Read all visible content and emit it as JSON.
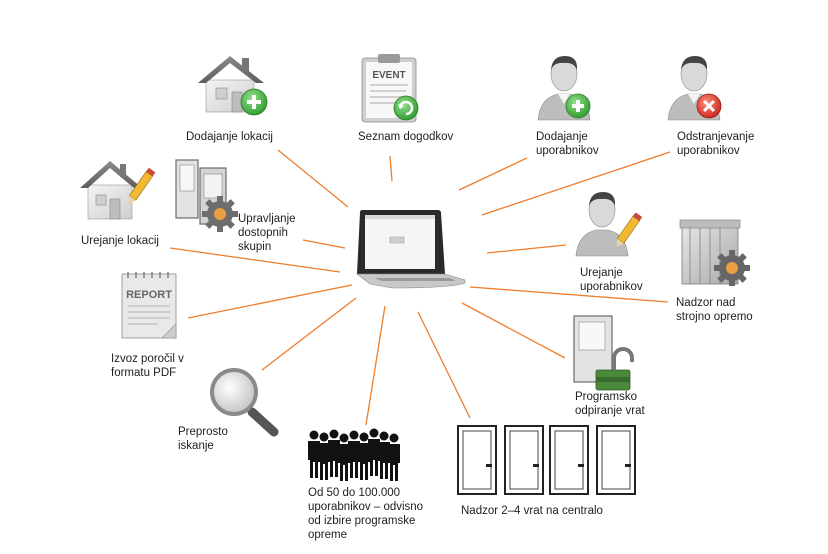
{
  "diagram": {
    "line_color": "#ef7d2c",
    "hub_label": "laptop-icon",
    "nodes": [
      {
        "id": "add-location",
        "label": "Dodajanje lokacij",
        "icon": "house-add-icon"
      },
      {
        "id": "event-list",
        "label": "Seznam dogodkov",
        "icon": "event-clipboard-icon"
      },
      {
        "id": "add-users",
        "label": "Dodajanje\nuporabnikov",
        "icon": "user-add-icon"
      },
      {
        "id": "remove-users",
        "label": "Odstranjevanje\nuporabnikov",
        "icon": "user-remove-icon"
      },
      {
        "id": "edit-location",
        "label": "Urejanje lokacij",
        "icon": "house-edit-icon"
      },
      {
        "id": "access-groups",
        "label": "Upravljanje\ndostopnih\nskupin",
        "icon": "doors-gear-icon"
      },
      {
        "id": "edit-users",
        "label": "Urejanje\nuporabnikov",
        "icon": "user-edit-icon"
      },
      {
        "id": "hardware-monitor",
        "label": "Nadzor nad\nstrojno opremo",
        "icon": "controller-gear-icon"
      },
      {
        "id": "pdf-report",
        "label": "Izvoz poročil v\nformatu PDF",
        "icon": "report-icon"
      },
      {
        "id": "program-open",
        "label": "Programsko\nodpiranje vrat",
        "icon": "door-unlock-icon"
      },
      {
        "id": "search",
        "label": "Preprosto\niskanje",
        "icon": "magnifier-icon"
      },
      {
        "id": "users-count",
        "label": "Od 50 do 100.000\nuporabnikov – odvisno\nod izbire programske\nopreme",
        "icon": "crowd-icon"
      },
      {
        "id": "doors-monitor",
        "label": "Nadzor 2–4 vrat na centralo",
        "icon": "doors-icon"
      }
    ]
  }
}
